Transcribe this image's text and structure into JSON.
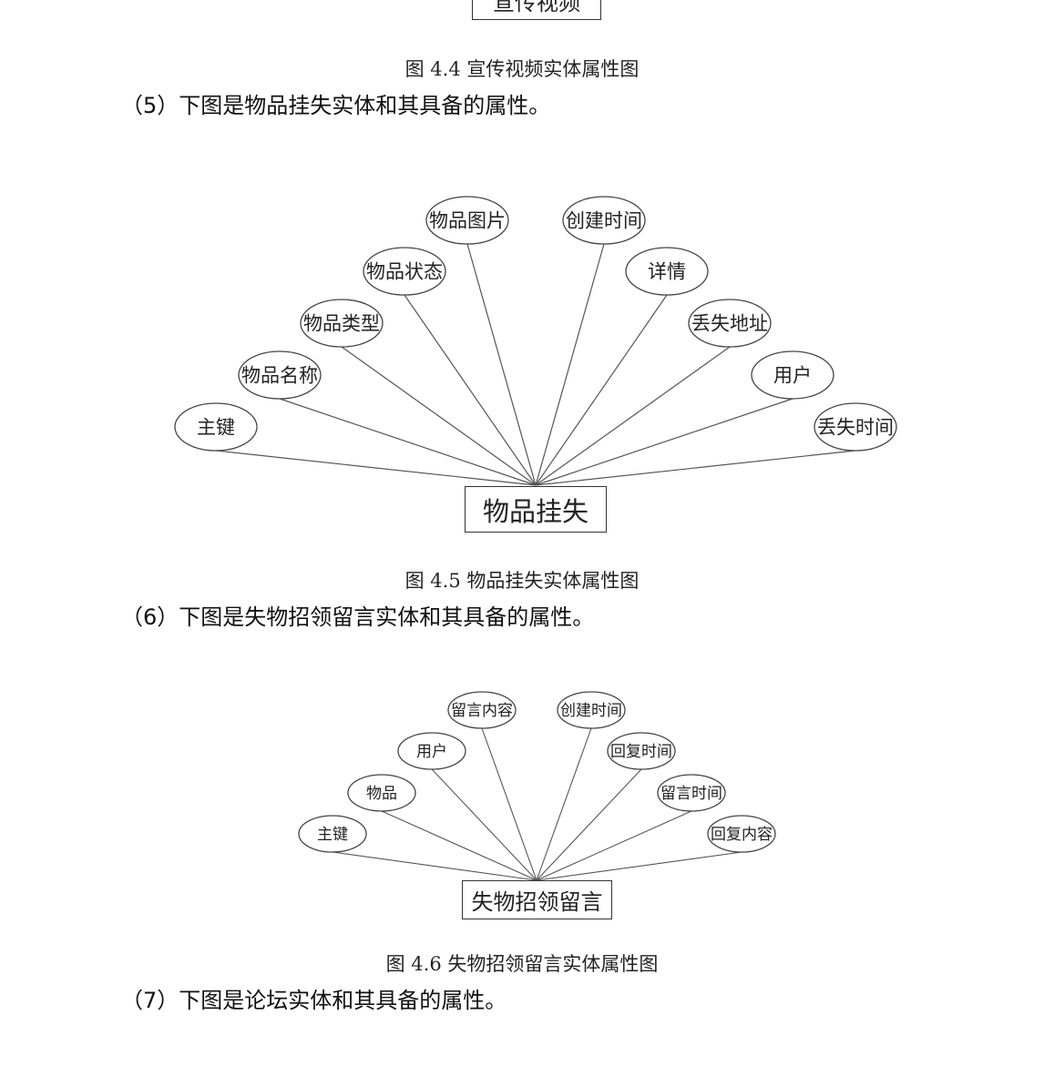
{
  "top_entity": {
    "label": "宣传视频"
  },
  "caption_4_4": "图 4.4  宣传视频实体属性图",
  "para_5": "（5）下图是物品挂失实体和其具备的属性。",
  "diagram_4_5": {
    "entity": "物品挂失",
    "attributes": [
      "主键",
      "物品名称",
      "物品类型",
      "物品状态",
      "物品图片",
      "创建时间",
      "详情",
      "丢失地址",
      "用户",
      "丢失时间"
    ]
  },
  "caption_4_5": "图 4.5  物品挂失实体属性图",
  "para_6": "（6）下图是失物招领留言实体和其具备的属性。",
  "diagram_4_6": {
    "entity": "失物招领留言",
    "attributes": [
      "主键",
      "物品",
      "用户",
      "留言内容",
      "创建时间",
      "回复时间",
      "留言时间",
      "回复内容"
    ]
  },
  "caption_4_6": "图 4.6  失物招领留言实体属性图",
  "para_7": "（7）下图是论坛实体和其具备的属性。"
}
